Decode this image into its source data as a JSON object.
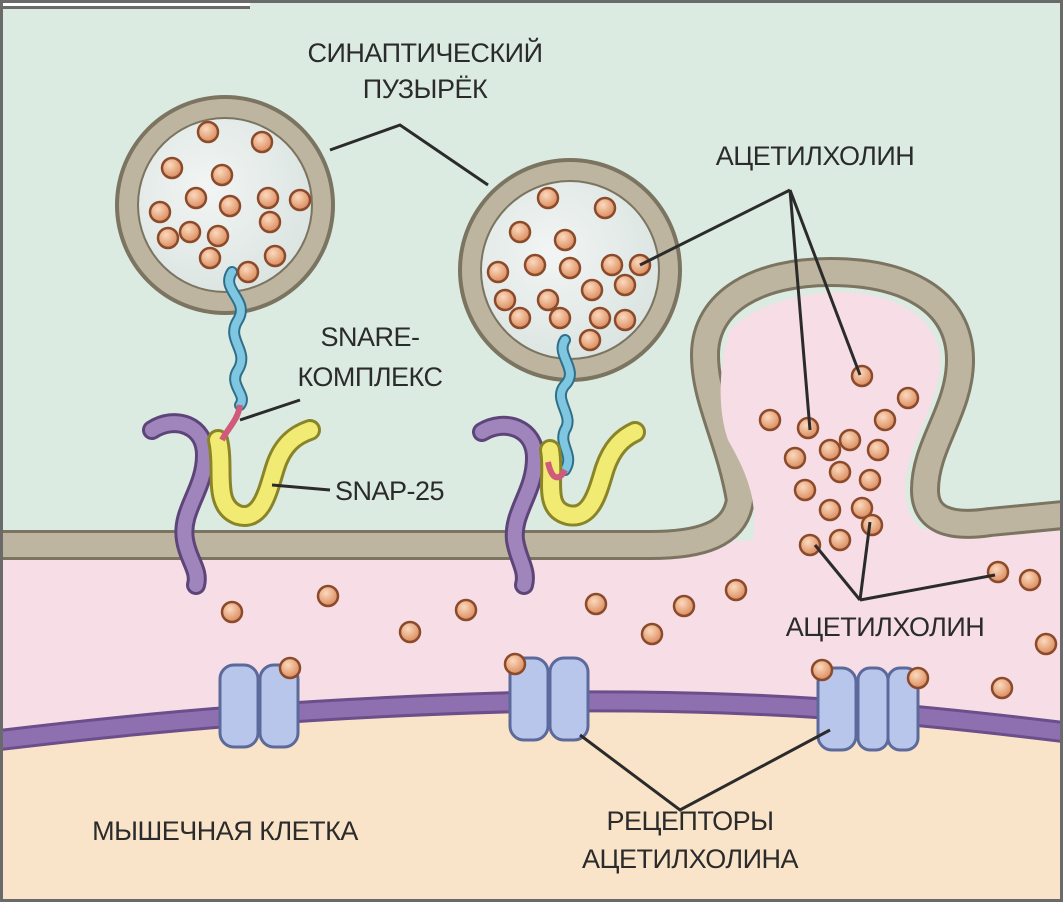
{
  "labels": {
    "synaptic_vesicle_line1": "СИНАПТИЧЕСКИЙ",
    "synaptic_vesicle_line2": "ПУЗЫРЁК",
    "acetylcholine_top": "АЦЕТИЛХОЛИН",
    "snare_line1": "SNARE-",
    "snare_line2": "КОМПЛЕКС",
    "snap25": "SNAP-25",
    "acetylcholine_cleft": "АЦЕТИЛХОЛИН",
    "muscle_cell": "МЫШЕЧНАЯ КЛЕТКА",
    "receptors_line1": "РЕЦЕПТОРЫ",
    "receptors_line2": "АЦЕТИЛХОЛИНА"
  },
  "colors": {
    "presynaptic_bg": "#dcebe1",
    "cleft_bg": "#f6dde6",
    "muscle_bg": "#f9e4c9",
    "membrane": "#b7b09a",
    "membrane_edge": "#7b7460",
    "vesicle_lumen": "#e4ebe9",
    "acetylcholine": "#e39c73",
    "acetylcholine_edge": "#8b4a2a",
    "receptor": "#b9c6ec",
    "postsynaptic_membrane": "#8b6aa8",
    "snare_blue": "#7fc6e0",
    "snare_purple": "#9c7fb6",
    "snap25_yellow": "#f1ea73"
  }
}
